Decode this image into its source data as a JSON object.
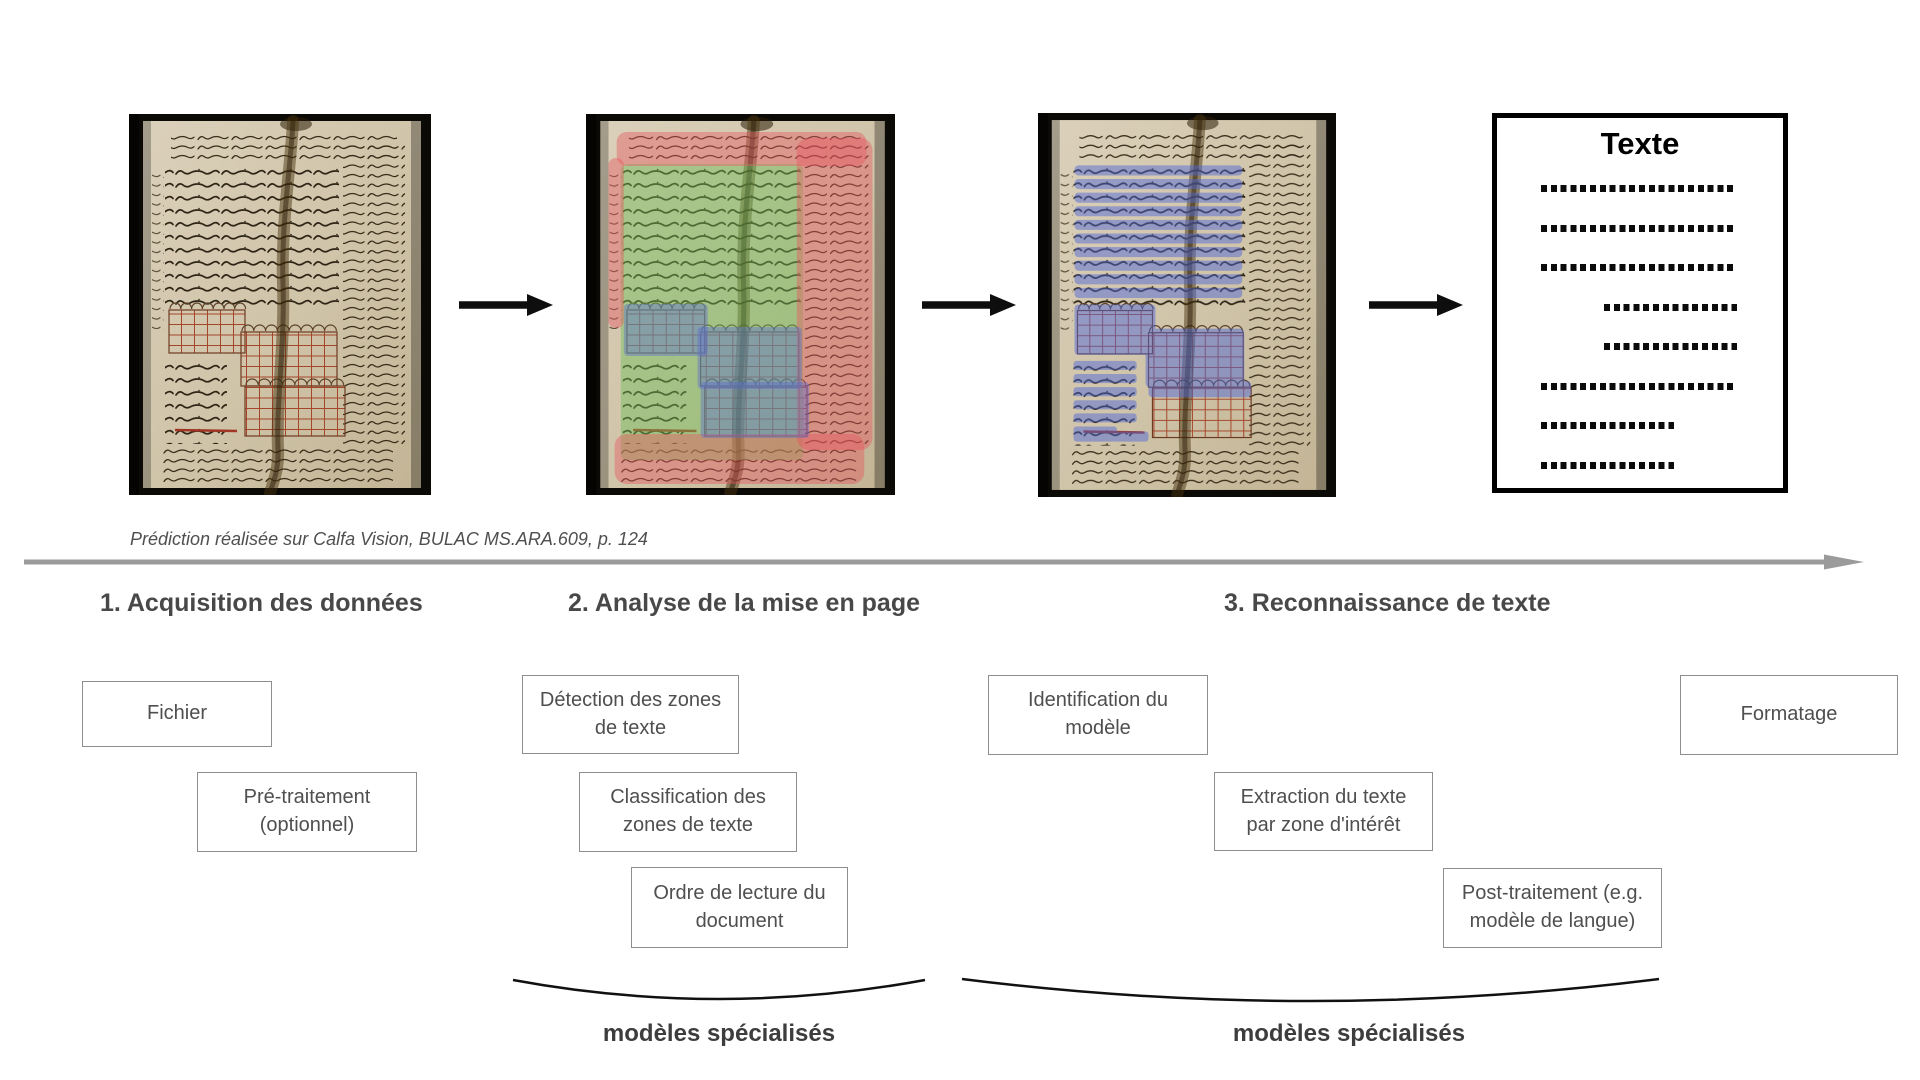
{
  "diagram": {
    "caption": "Prédiction réalisée sur Calfa Vision, BULAC MS.ARA.609, p. 124",
    "phases": [
      {
        "label": "1. Acquisition des données"
      },
      {
        "label": "2. Analyse de la mise en page"
      },
      {
        "label": "3. Reconnaissance de texte"
      }
    ],
    "steps": [
      {
        "label": "Fichier"
      },
      {
        "label": "Pré-traitement\n(optionnel)"
      },
      {
        "label": "Détection des zones\nde texte"
      },
      {
        "label": "Classification des\nzones de texte"
      },
      {
        "label": "Ordre de lecture du\ndocument"
      },
      {
        "label": "Identification du\nmodèle"
      },
      {
        "label": "Extraction du texte\npar zone d'intérêt"
      },
      {
        "label": "Post-traitement (e.g.\nmodèle de langue)"
      },
      {
        "label": "Formatage"
      }
    ],
    "braces": [
      {
        "label": "modèles spécialisés"
      },
      {
        "label": "modèles spécialisés"
      }
    ],
    "output_panel": {
      "title": "Texte",
      "rows": [
        "full",
        "full",
        "full",
        "indent",
        "indent",
        "full",
        "short",
        "short"
      ]
    },
    "colors": {
      "zone_marginalia_overlay": "#e85560",
      "zone_main_text_overlay": "#6fbe58",
      "zone_table_overlay": "#5a6ed2",
      "timeline_arrow": "#9b9b9b",
      "flow_arrow": "#0e0e0e",
      "box_border": "#8e8e8e"
    }
  }
}
